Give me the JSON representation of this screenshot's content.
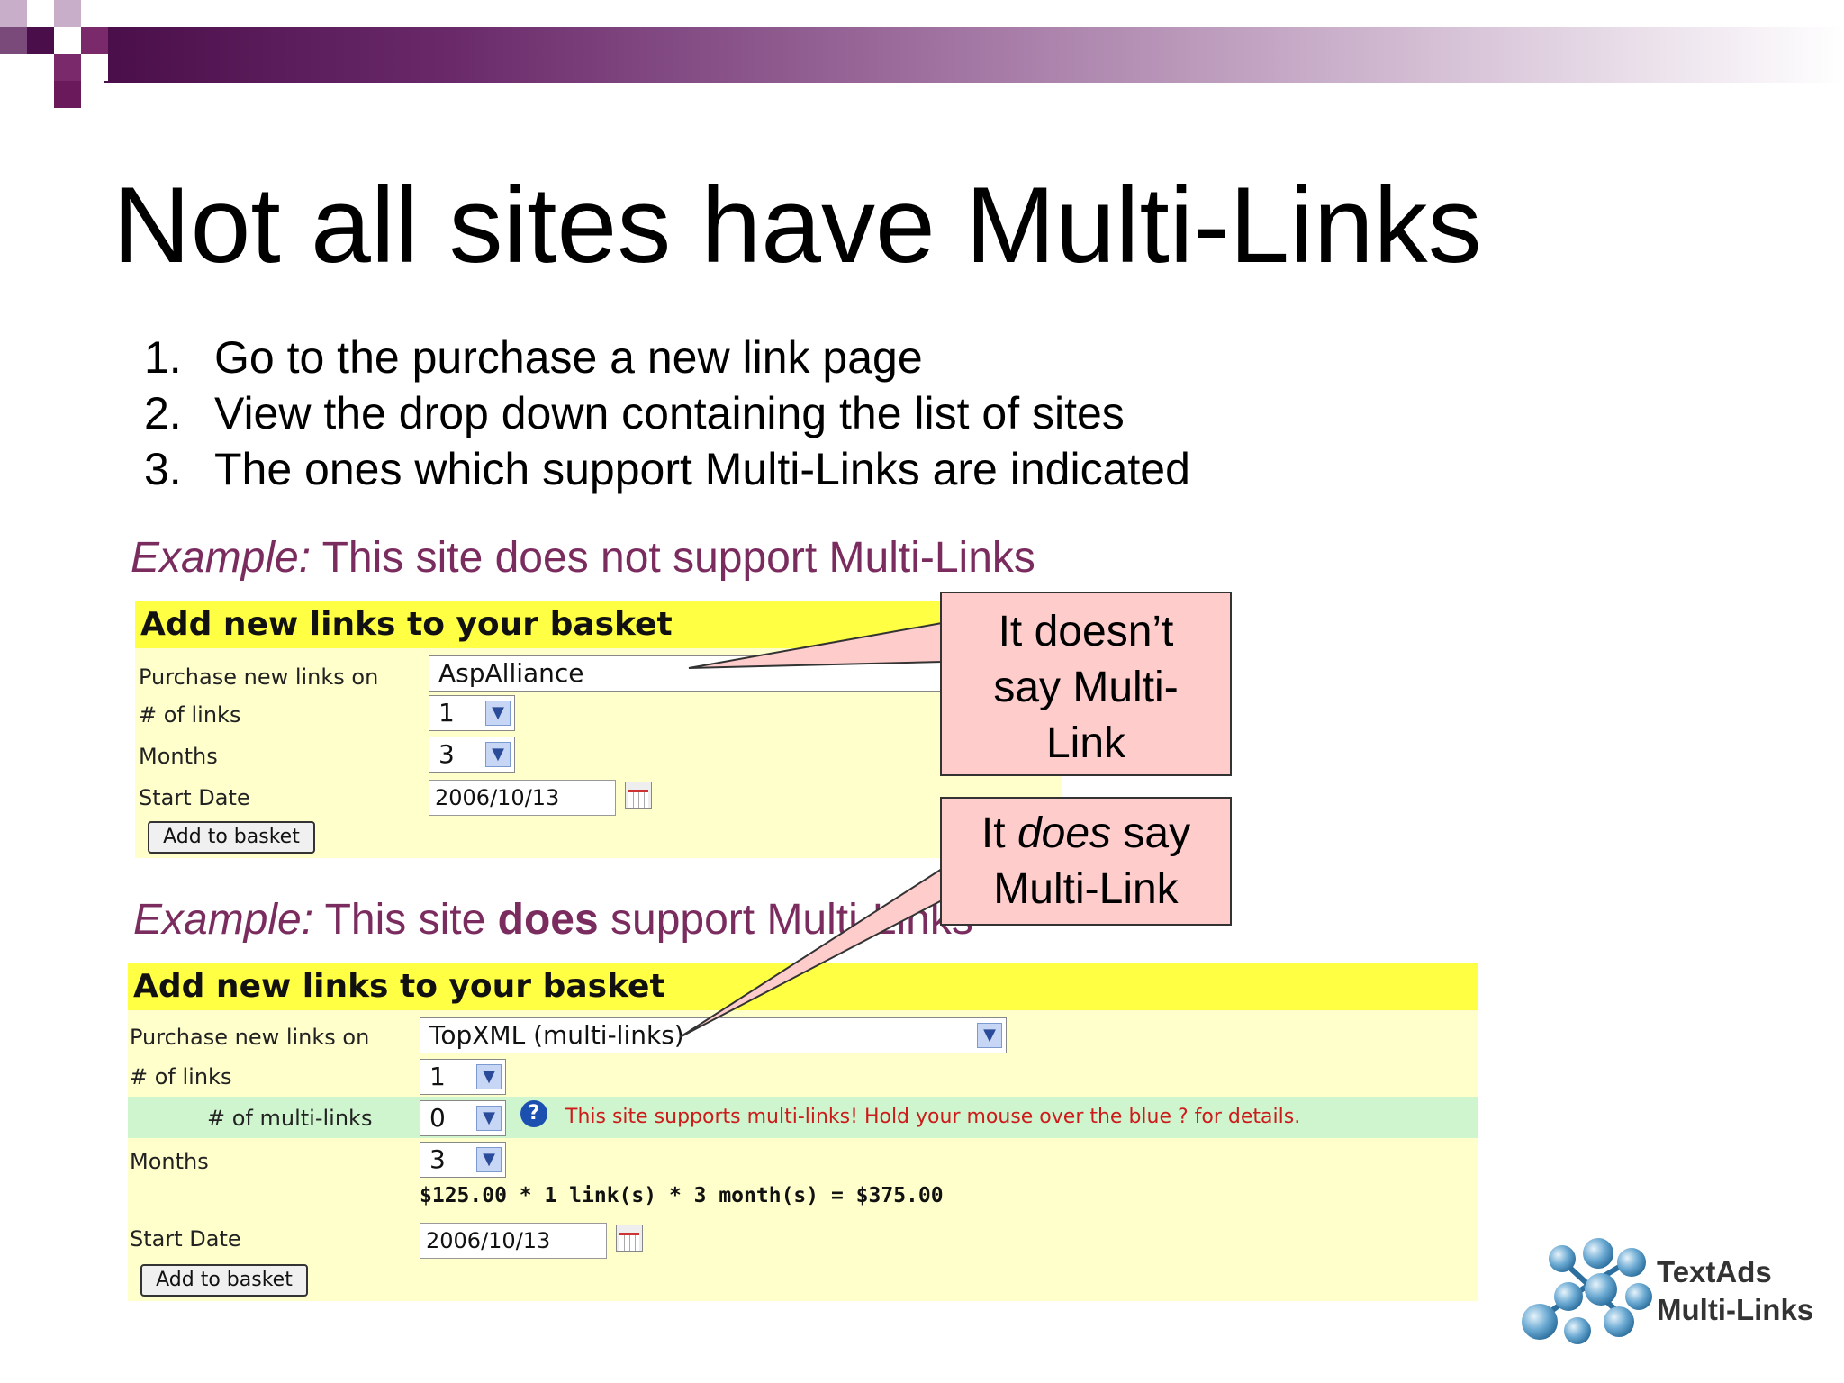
{
  "slide": {
    "title": "Not all sites have Multi-Links",
    "steps": [
      {
        "num": "1.",
        "text": "Go to the purchase a new link page"
      },
      {
        "num": "2.",
        "text": "View the drop down containing the list of sites"
      },
      {
        "num": "3.",
        "text": "The ones which support Multi-Links are indicated"
      }
    ]
  },
  "example1": {
    "label": "Example:",
    "text": "This site does not support Multi-Links",
    "panel": {
      "heading": "Add new links to your basket",
      "purchase_label": "Purchase new links on",
      "site_value": "AspAlliance",
      "links_label": "# of links",
      "links_value": "1",
      "months_label": "Months",
      "months_value": "3",
      "start_label": "Start Date",
      "start_value": "2006/10/13",
      "button": "Add to basket"
    }
  },
  "example2": {
    "label": "Example:",
    "pre": "This site",
    "bold": "does",
    "post": "support Multi-Links",
    "panel": {
      "heading": "Add new links to your basket",
      "purchase_label": "Purchase new links on",
      "site_value": "TopXML (multi-links)",
      "links_label": "# of links",
      "links_value": "1",
      "multilinks_label": "# of multi-links",
      "multilinks_value": "0",
      "help_symbol": "?",
      "help_text": "This site supports multi-links! Hold your mouse over the blue ? for details.",
      "months_label": "Months",
      "months_value": "3",
      "calc": "$125.00 * 1 link(s) * 3 month(s) = $375.00",
      "start_label": "Start Date",
      "start_value": "2006/10/13",
      "button": "Add to basket"
    }
  },
  "callouts": {
    "one": [
      "It doesn’t",
      "say Multi-",
      "Link"
    ],
    "two_a": "It",
    "two_em": "does",
    "two_b": "say",
    "two_line2": "Multi-Link"
  },
  "logo": {
    "line1": "TextAds",
    "line2": "Multi-Links"
  },
  "colors": {
    "accent": "#7b2c5f",
    "panel": "#ffffcc",
    "panel_head": "#ffff44",
    "callout": "#ffcccc"
  }
}
